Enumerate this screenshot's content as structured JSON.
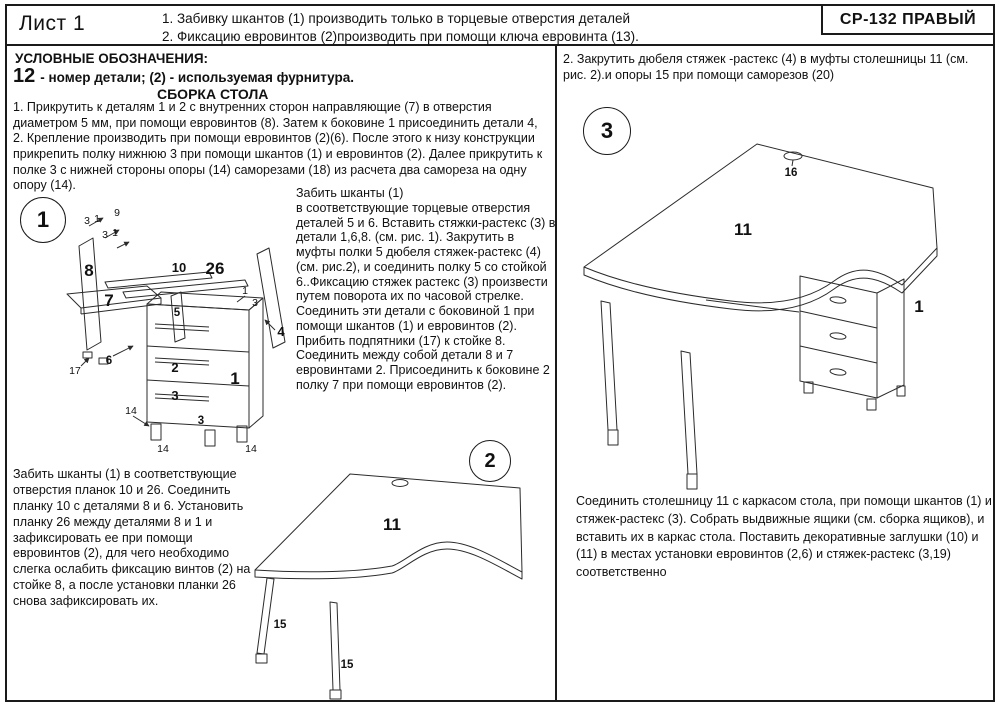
{
  "header": {
    "sheet_title": "Лист 1",
    "note1": "1. Забивку шкантов (1) производить только в торцевые отверстия деталей",
    "note2": "2. Фиксацию евровинтов (2)производить при помощи ключа евровинта (13).",
    "model": "СР-132 ПРАВЫЙ"
  },
  "left": {
    "legend_title": "УСЛОВНЫЕ ОБОЗНАЧЕНИЯ:",
    "legend_num": "12",
    "legend_text": "- номер детали;  (2) - используемая фурнитура.",
    "assembly_title": "СБОРКА СТОЛА",
    "step1": "1. Прикрутить к деталям 1 и 2 с  внутренних сторон  направляющие (7) в отверстия диаметром 5 мм, при помощи евровинтов (8). Затем к боковине 1 присоединить детали 4, 2. Крепление производить при помощи евровинтов (2)(6). После этого к низу конструкции прикрепить полку нижнюю 3 при помощи  шкантов (1) и евровинтов (2). Далее  прикрутить к полке 3 с нижней стороны опоры (14) саморезами   (18) из расчета два самореза на одну опору (14).",
    "step2": "Забить шканты (1)\n в соответствующие торцевые отверстия деталей 5 и 6. Вставить стяжки-растекс (3) в детали 1,6,8.  (см. рис. 1). Закрутить в  муфты полки 5 дюбеля стяжек-растекс (4) (см. рис.2), и соединить полку 5 со стойкой 6..Фиксацию стяжек растекс (3) произвести путем поворота их по часовой стрелке. Соединить эти детали с боковиной 1 при помощи шкантов (1) и евровинтов (2).  Прибить подпятники (17) к стойке 8. Соединить между собой детали 8 и 7 евровинтами 2. Присоединить к боковине 2 полку 7 при помощи евровинтов (2).",
    "step3": "Забить шканты (1) в соответствующие отверстия планок 10 и 26. Соединить планку 10 с деталями  8 и 6. Установить планку 26 между деталями  8 и 1 и зафиксировать ее при помощи евровинтов (2), для чего необходимо слегка ослабить фиксацию винтов (2) на стойке 8, а после установки  планки 26 снова зафиксировать их."
  },
  "right": {
    "step4": "2. Закрутить дюбеля стяжек -растекс (4) в муфты столешницы 11 (см. рис. 2).и опоры 15 при помощи саморезов (20)",
    "step5": "Соединить столешницу 11 с каркасом стола, при помощи шкантов (1) и стяжек-растекс (3). Собрать выдвижные ящики (см. сборка ящиков), и вставить их в каркас стола. Поставить декоративные заглушки (10) и (11) в местах установки евровинтов (2,6) и стяжек-растекс (3,19) соответственно"
  },
  "figures": {
    "fig1": {
      "badge": "1",
      "labels": {
        "p8": "8",
        "p7": "7",
        "p10": "10",
        "p26": "26",
        "p5": "5",
        "p2": "2",
        "p3a": "3",
        "p3b": "3",
        "p1": "1",
        "p4": "4",
        "p6": "6",
        "p17": "17",
        "p14a": "14",
        "p14b": "14",
        "p14c": "14",
        "d3a": "3",
        "d1a": "1",
        "d9": "9",
        "d3b": "3",
        "d1b": "1",
        "r1": "1",
        "r3": "3"
      }
    },
    "fig2": {
      "badge": "2",
      "labels": {
        "p11": "11",
        "p15a": "15",
        "p15b": "15"
      }
    },
    "fig3": {
      "badge": "3",
      "labels": {
        "p16": "16",
        "p11": "11",
        "p1": "1"
      }
    }
  }
}
